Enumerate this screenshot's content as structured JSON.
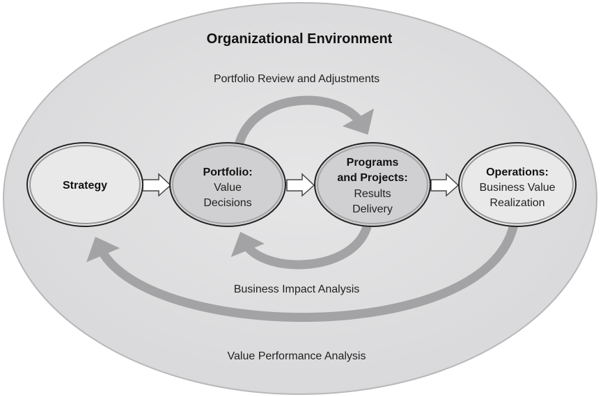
{
  "title": "Organizational Environment",
  "colors": {
    "background": "#e0e0e1",
    "arc": "#a3a3a5",
    "light_node": "#e9e9ea",
    "dark_node": "#d0d0d2"
  },
  "arcs": {
    "top": "Portfolio Review and Adjustments",
    "middle": "Business Impact Analysis",
    "bottom": "Value Performance Analysis"
  },
  "nodes": [
    {
      "title": "Strategy",
      "lines": []
    },
    {
      "title": "Portfolio:",
      "lines": [
        "Value",
        "Decisions"
      ]
    },
    {
      "title_lines": [
        "Programs",
        "and Projects:"
      ],
      "lines": [
        "Results",
        "Delivery"
      ]
    },
    {
      "title": "Operations:",
      "lines": [
        "Business Value",
        "Realization"
      ]
    }
  ]
}
